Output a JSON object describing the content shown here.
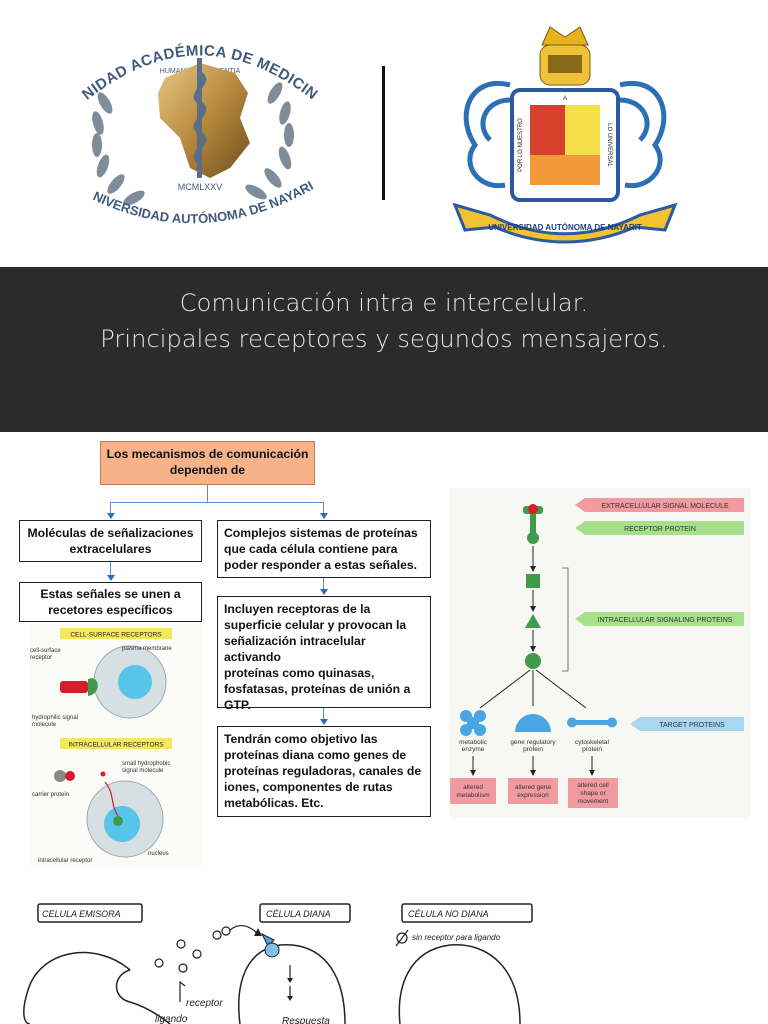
{
  "logos": {
    "left": {
      "arc_top": "UNIDAD ACADÉMICA DE MEDICINA",
      "motto": "HUMANUS ET SCIENTIA",
      "year": "MCMLXXV",
      "arc_bottom": "UNIVERSIDAD AUTÓNOMA DE NAYARIT"
    },
    "right": {
      "shield_left": "POR LO NUESTRO",
      "shield_top": "A",
      "shield_right": "LO UNIVERSAL",
      "ribbon": "UNIVERSIDAD AUTÓNOMA DE NAYARIT"
    }
  },
  "title": {
    "line1": "Comunicación intra e intercelular.",
    "line2": "Principales receptores y segundos mensajeros."
  },
  "flowchart": {
    "root": [
      "Los mecanismos de comunicación",
      "dependen de"
    ],
    "left": [
      "Moléculas de señalizaciones",
      "extracelulares"
    ],
    "left_sub": [
      "Estas señales se unen a",
      "recetores específicos"
    ],
    "right": [
      "Complejos sistemas de proteínas",
      "que cada célula contiene para",
      "poder responder a estas señales."
    ],
    "right_sub1": [
      "Incluyen receptoras de la",
      "superficie celular y provocan la",
      "señalización intracelular activando",
      "proteínas como quinasas,",
      "fosfatasas, proteínas de unión a",
      "GTP."
    ],
    "right_sub2": [
      "Tendrán como objetivo las",
      "proteínas diana como genes de",
      "proteínas reguladoras, canales de",
      "iones, componentes de rutas",
      "metabólicas. Etc."
    ]
  },
  "receptors_figure": {
    "cell_surface_header": "CELL-SURFACE RECEPTORS",
    "cell_surface_receptor": [
      "cell-surface",
      "receptor"
    ],
    "plasma_membrane": "plasma membrane",
    "hydrophilic": [
      "hydrophilic signal",
      "molecule"
    ],
    "intracellular_header": "INTRACELLULAR RECEPTORS",
    "small_hydrophobic": [
      "small hydrophobic",
      "signal molecule"
    ],
    "carrier_protein": "carrier protein",
    "nucleus": "nucleus",
    "intracellular_receptor": "intracellular receptor"
  },
  "signaling_figure": {
    "extracellular": "EXTRACELLULAR SIGNAL MOLECULE",
    "receptor": "RECEPTOR PROTEIN",
    "intracellular": "INTRACELLULAR SIGNALING PROTEINS",
    "target": "TARGET PROTEINS",
    "enzyme": [
      "metabolic",
      "enzyme"
    ],
    "gene_reg": [
      "gene regulatory",
      "protein"
    ],
    "cyto": [
      "cytoskeletal",
      "protein"
    ],
    "out_metabolism": [
      "altered",
      "metabolism"
    ],
    "out_gene": [
      "altered gene",
      "expression"
    ],
    "out_shape": [
      "altered cell",
      "shape or",
      "movement"
    ],
    "colors": {
      "green": "#3f9a4a",
      "blue": "#4aa6e0",
      "pink": "#f19aa0",
      "red": "#d8232a"
    }
  },
  "cells_sketch": {
    "emisora": "CELULA EMISORA",
    "diana": "CÉLULA DIANA",
    "no_diana": "CÉLULA NO DIANA",
    "sin_receptor": "sin receptor para ligando",
    "receptor": "receptor",
    "ligando": "ligando",
    "respuesta": "Respuesta"
  }
}
